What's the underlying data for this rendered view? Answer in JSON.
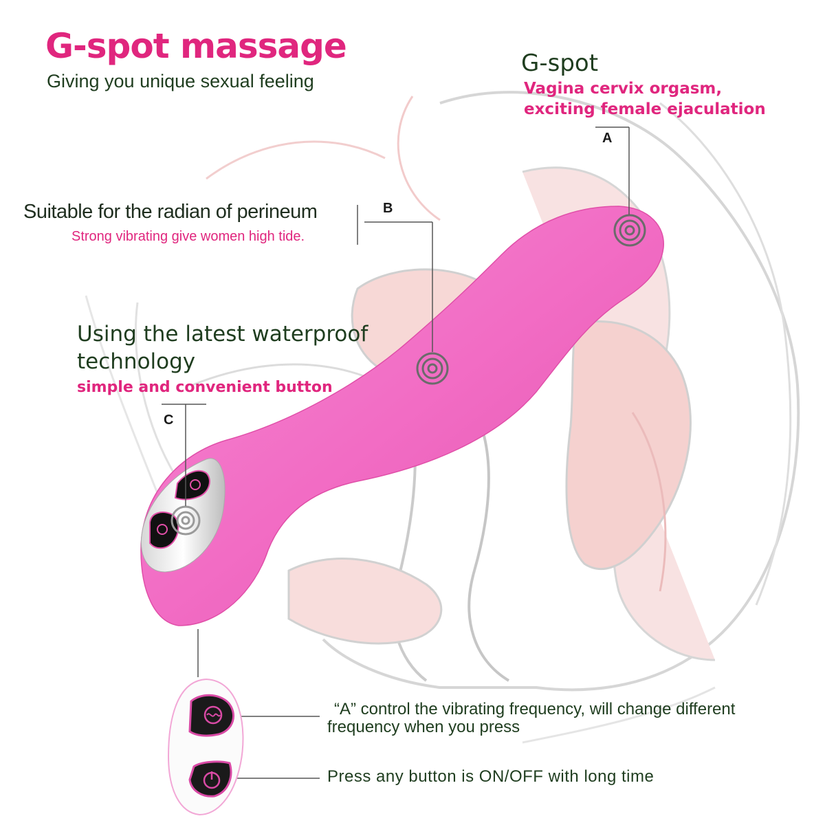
{
  "header": {
    "title": "G-spot massage",
    "subtitle": "Giving you unique sexual feeling"
  },
  "callouts": {
    "a": {
      "letter": "A",
      "title": "G-spot",
      "desc_line1": "Vagina cervix orgasm,",
      "desc_line2": "exciting female ejaculation"
    },
    "b": {
      "letter": "B",
      "title": "Suitable for the radian of perineum",
      "desc": "Strong vibrating give women  high tide."
    },
    "c": {
      "letter": "C",
      "title_line1": "Using the latest waterproof",
      "title_line2": "technology",
      "desc": "simple and convenient button"
    }
  },
  "buttons_panel": {
    "frequency_note_line1": "“A”   control the vibrating frequency, will change different",
    "frequency_note_line2": "frequency when you press",
    "power_note": "Press any button is ON/OFF with long time"
  },
  "colors": {
    "accent_pink": "#e0267e",
    "device_pink": "#f472c8",
    "text_green": "#1f3d1f",
    "anatomy_fill": "#f6d2d0",
    "anatomy_line": "#c9c9c9"
  },
  "icons": [
    "wave-icon",
    "power-icon",
    "vibration-target-icon"
  ]
}
